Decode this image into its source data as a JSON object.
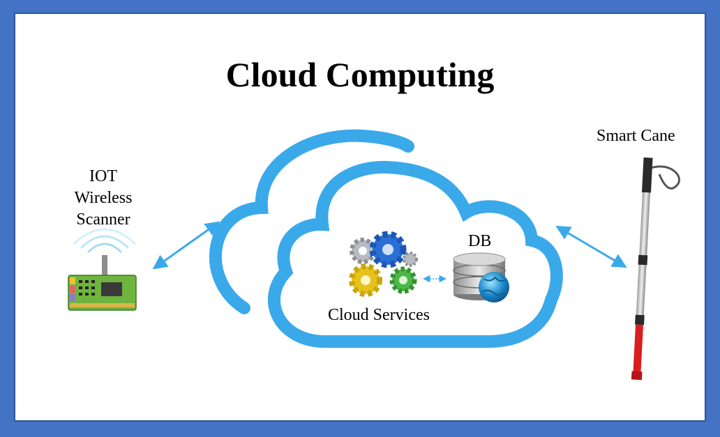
{
  "title": "Cloud Computing",
  "nodes": {
    "iot": {
      "line1": "IOT",
      "line2": "Wireless",
      "line3": "Scanner"
    },
    "cane": {
      "label": "Smart Cane"
    },
    "db": {
      "label": "DB"
    },
    "cloud_services": {
      "label": "Cloud Services"
    }
  },
  "colors": {
    "frame": "#4472c4",
    "cloud": "#3aa9ea",
    "arrow": "#3aa9ea",
    "gear_blue": "#2a6fd6",
    "gear_yellow": "#e6c21a",
    "gear_green": "#4cb848",
    "gear_gray": "#b8bcc2",
    "cane_red": "#d91e1e"
  },
  "icons": [
    "iot-scanner-icon",
    "gears-icon",
    "database-icon",
    "globe-icon",
    "smart-cane-icon"
  ]
}
